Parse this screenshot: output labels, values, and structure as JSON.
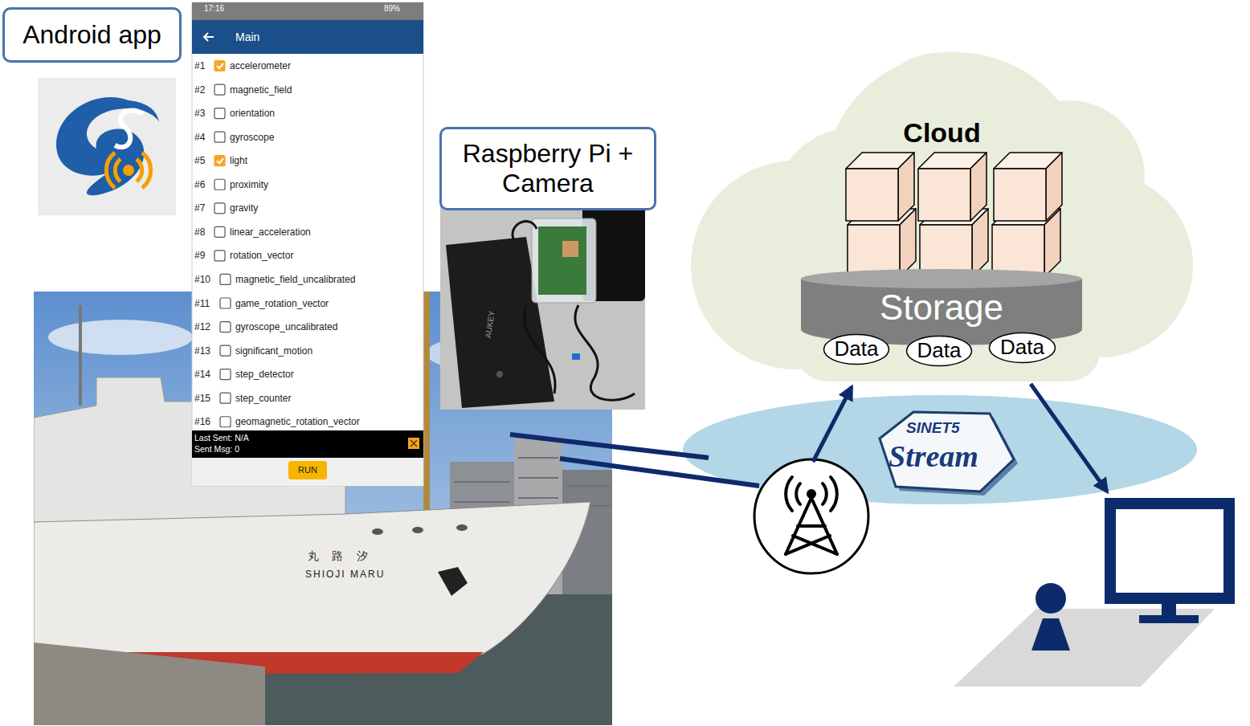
{
  "diagram": {
    "nodes": [
      {
        "text": [
          "Android app"
        ]
      },
      {
        "text": [
          "Main"
        ]
      },
      {
        "text": [
          "RUN"
        ]
      },
      {
        "text": [
          "Raspberry Pi + Camera"
        ]
      },
      {
        "text": [
          "Cloud"
        ]
      },
      {
        "text": [
          "Storage"
        ],
        "in": 4
      },
      {
        "text": [
          "Data"
        ],
        "in": 5
      },
      {
        "text": [
          "Data"
        ],
        "in": 5
      },
      {
        "text": [
          "Data"
        ],
        "in": 5
      }
    ],
    "labels": [
      "17:16",
      "89%",
      "#1",
      "accelerometer",
      "#2",
      "magnetic_field",
      "#3",
      "orientation",
      "#4",
      "gyroscope",
      "#5",
      "light",
      "#6",
      "proximity",
      "#7",
      "gravity",
      "#8",
      "linear_acceleration",
      "#9",
      "rotation_vector",
      "#10",
      "magnetic_field_uncalibrated",
      "#11",
      "game_rotation_vector",
      "#12",
      "gyroscope_uncalibrated",
      "#13",
      "significant_motion",
      "#14",
      "step_detector",
      "#15",
      "step_counter",
      "#16",
      "geomagnetic_rotation_vector",
      "Last Sent: N/A",
      "Sent Msg: 0",
      "SINET5",
      "Stream",
      "丸 路 汐",
      "SHIOJI MARU",
      "AUKEY"
    ]
  }
}
